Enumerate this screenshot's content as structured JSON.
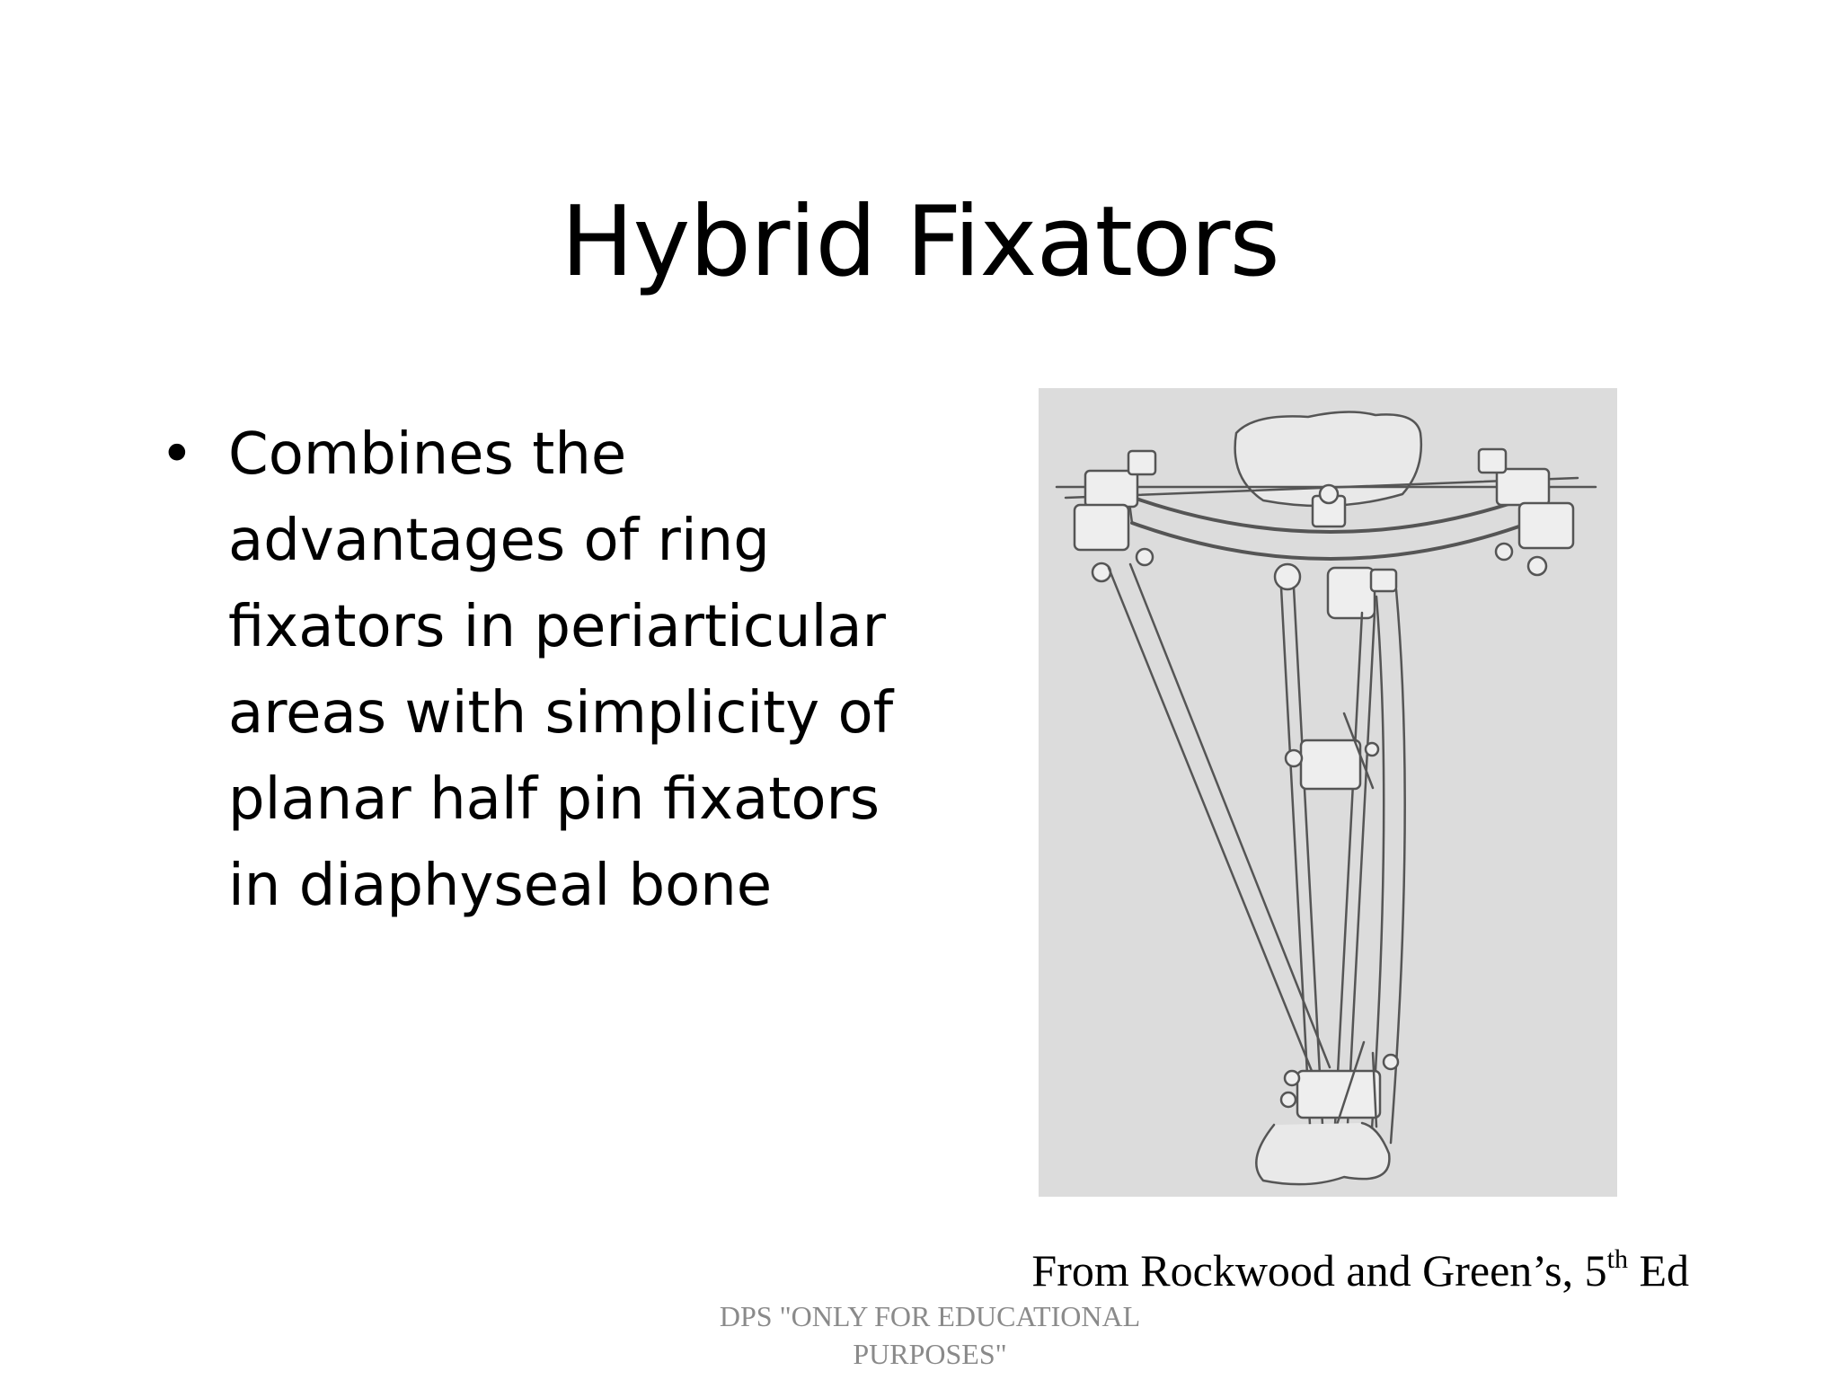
{
  "slide": {
    "title": "Hybrid Fixators",
    "bullets": [
      {
        "marker": "•",
        "text": "Combines the advantages of ring fixators in periarticular areas with simplicity of planar half pin fixators in diaphyseal bone"
      }
    ],
    "caption": {
      "prefix": "From Rockwood and Green’s, 5",
      "superscript": "th",
      "suffix": " Ed"
    },
    "watermark": {
      "line1": "DPS \"ONLY FOR EDUCATIONAL",
      "line2": "PURPOSES\""
    }
  },
  "colors": {
    "background": "#ffffff",
    "figure_background": "#dcdcdc",
    "text": "#000000",
    "watermark": "#8a8a8a"
  },
  "figure": {
    "icon": "hybrid-fixator-illustration"
  }
}
